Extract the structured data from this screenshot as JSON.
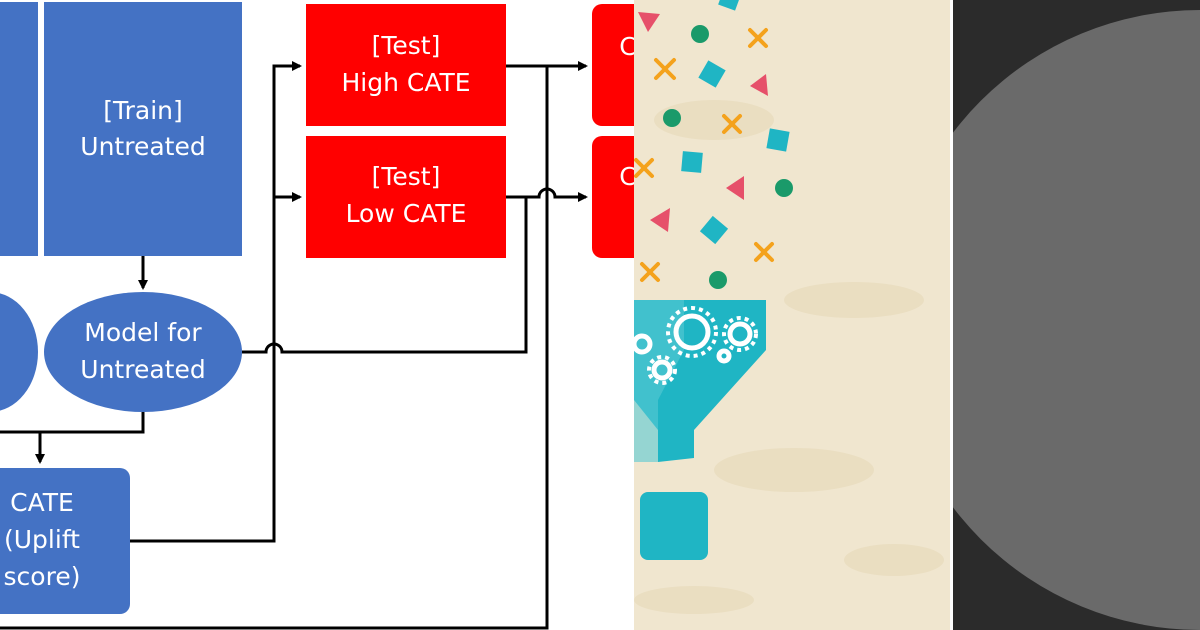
{
  "diagram": {
    "train_untreated": [
      "[Train]",
      "Untreated"
    ],
    "model_untreated": [
      "Model for",
      "Untreated"
    ],
    "cate_box": [
      "CATE",
      "(Uplift",
      "score)"
    ],
    "test_high": [
      "[Test]",
      "High CATE"
    ],
    "test_low": [
      "[Test]",
      "Low CATE"
    ],
    "cut_box_top_text": "C",
    "cut_box_bottom_text": "C"
  },
  "illustration": {
    "theme_colors": {
      "background": "#f0e6cf",
      "teal": "#1fb5c4",
      "green": "#1a9a6a",
      "orange": "#f4a21c",
      "pink": "#e6506a"
    },
    "icons": [
      "funnel-icon",
      "gears-icon",
      "confetti-shapes"
    ]
  },
  "right_panel": {
    "colors": {
      "background": "#2b2b2b",
      "circle": "#6a6a6a"
    }
  }
}
